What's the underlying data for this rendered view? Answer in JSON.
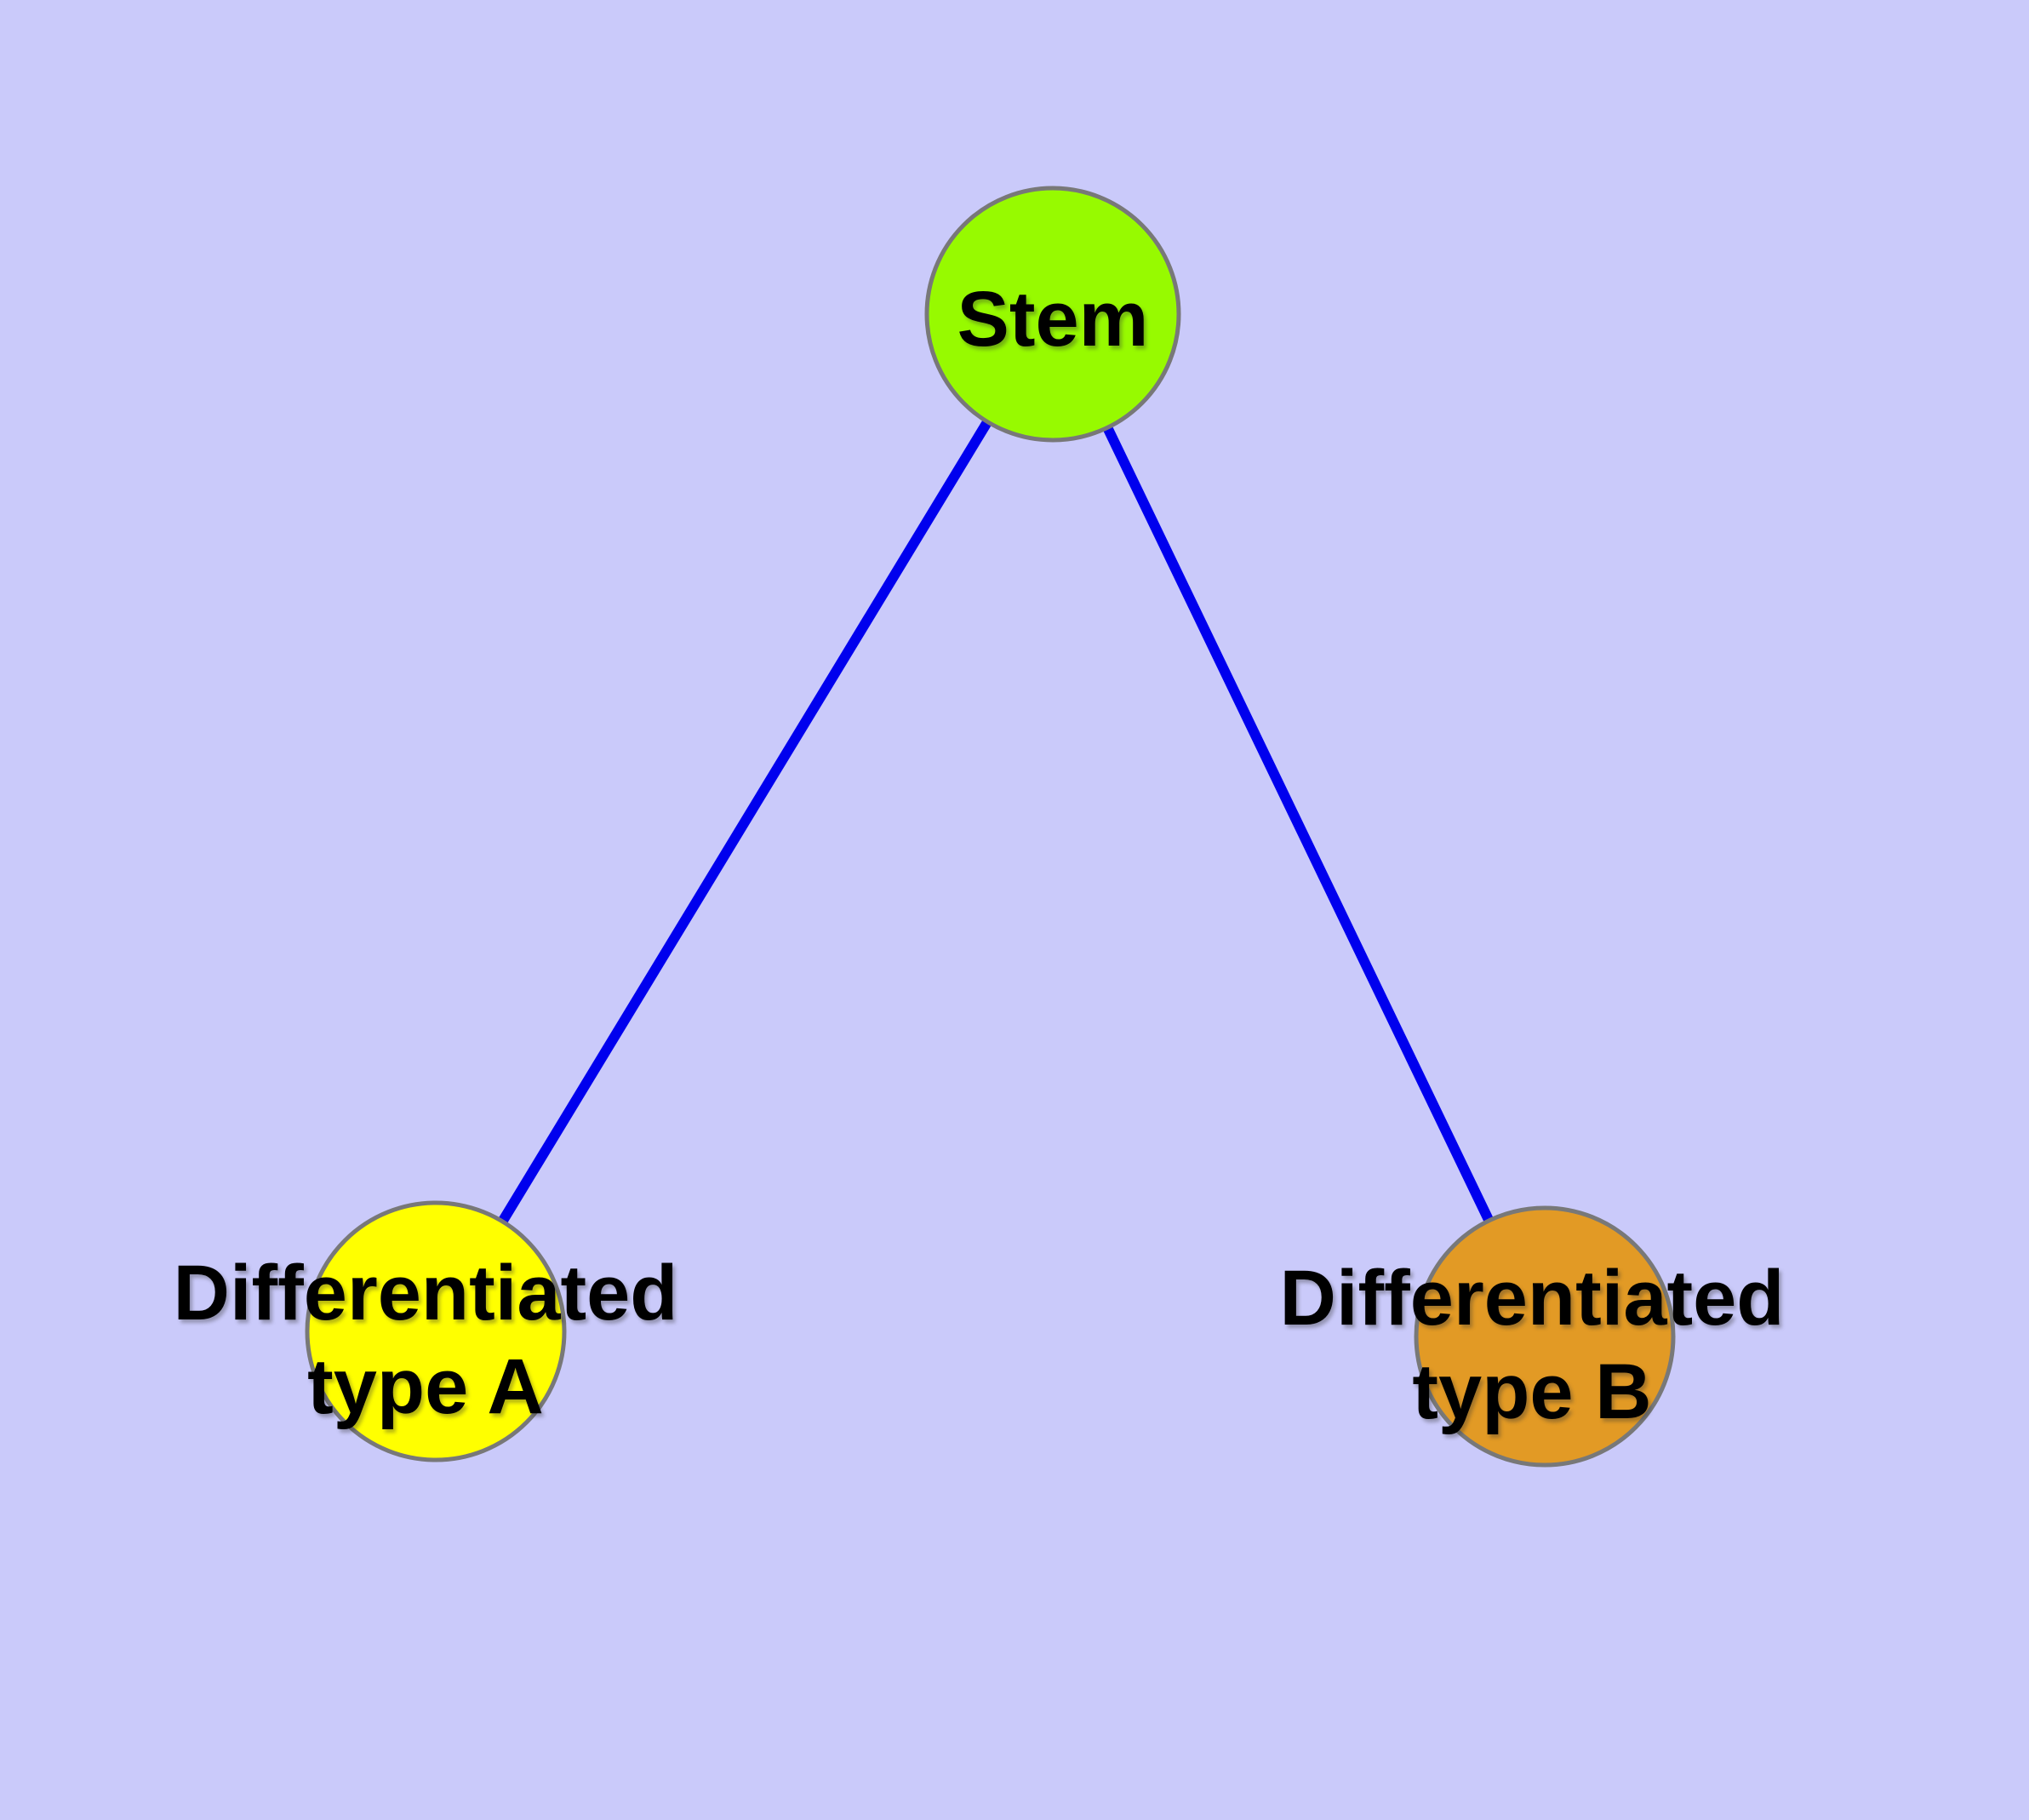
{
  "canvas": {
    "background_color": "#cacafa"
  },
  "graph": {
    "edge_style": {
      "color": "#0000ee"
    },
    "node_border_color": "#787878",
    "text_color": "#000000",
    "nodes": [
      {
        "id": "stem",
        "label": "Stem",
        "fill": "#97fa00"
      },
      {
        "id": "differentiated-type-a",
        "label": "Differentiated type A",
        "label_lines": [
          "Differentiated",
          "type A"
        ],
        "fill": "#ffff00"
      },
      {
        "id": "differentiated-type-b",
        "label": "Differentiated type B",
        "label_lines": [
          "Differentiated",
          "type B"
        ],
        "fill": "#e29a25"
      }
    ],
    "edges": [
      {
        "from": "stem",
        "to": "differentiated-type-a"
      },
      {
        "from": "stem",
        "to": "differentiated-type-b"
      }
    ]
  }
}
